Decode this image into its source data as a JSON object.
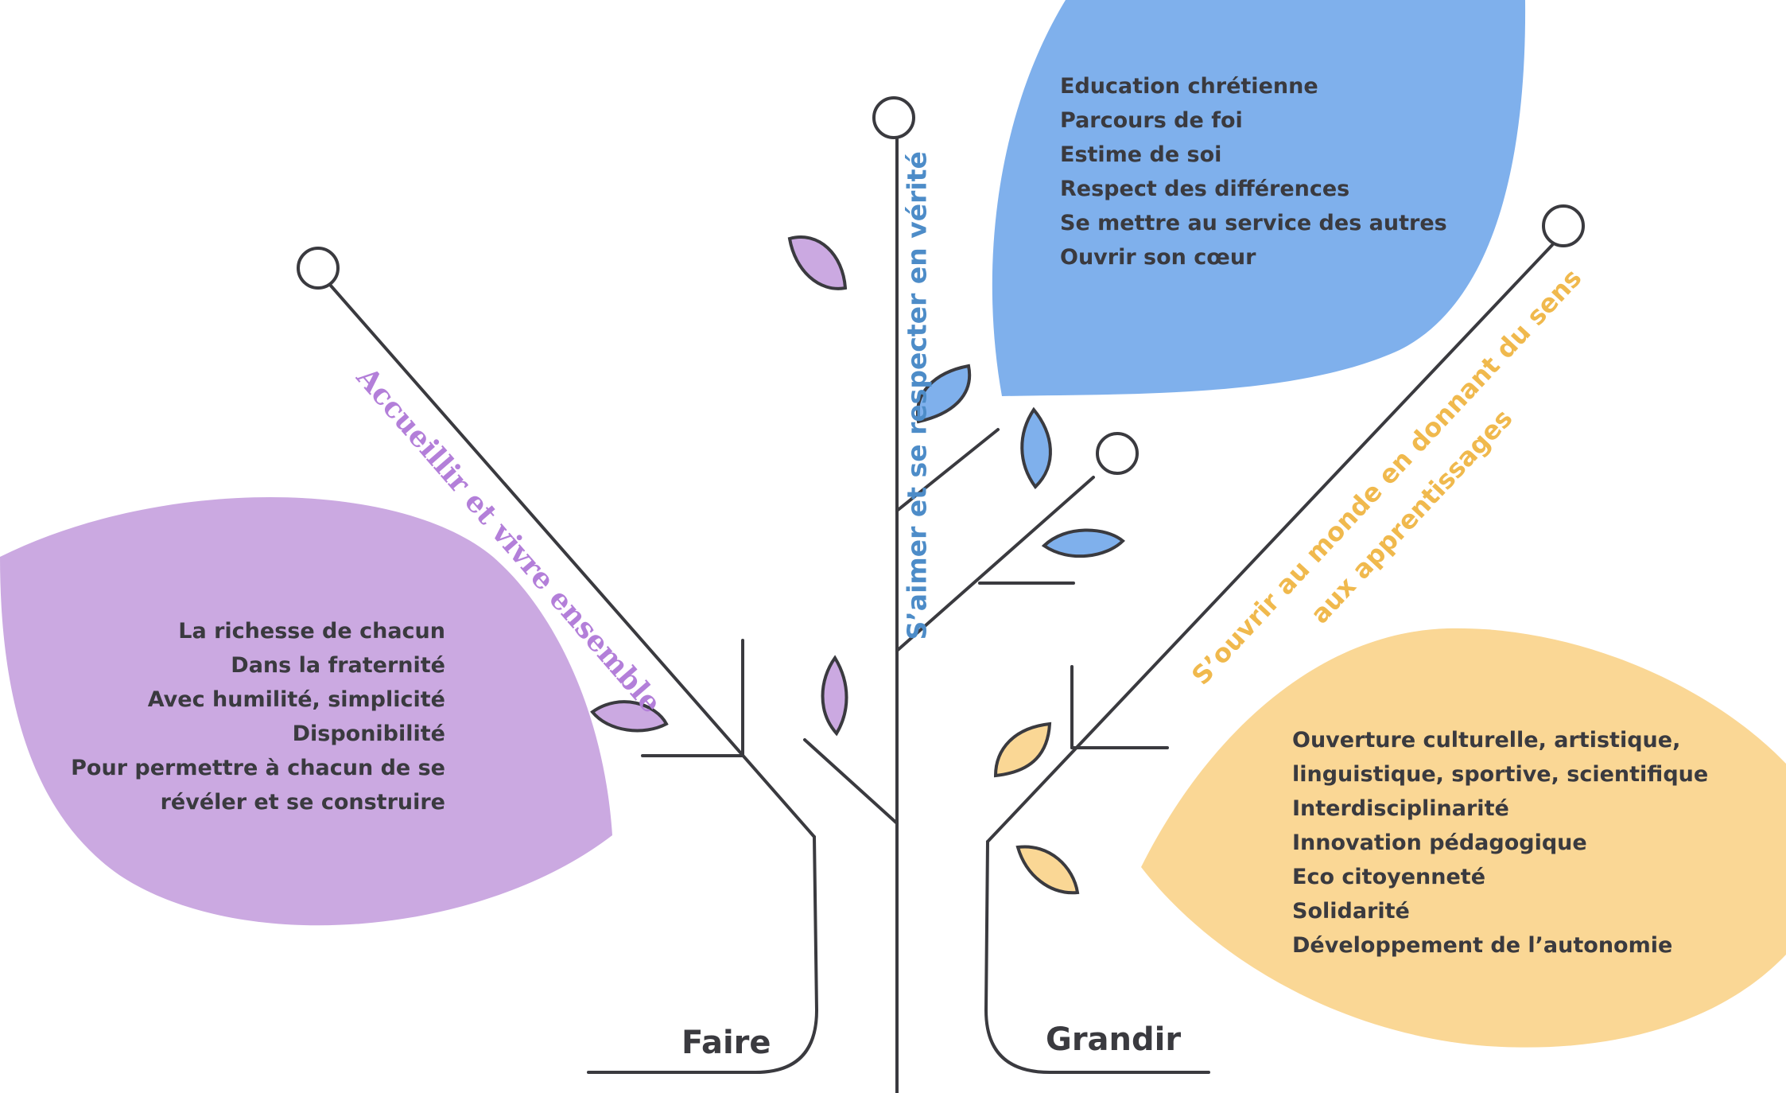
{
  "colors": {
    "purple": "#cba9e1",
    "blue": "#7fb0ec",
    "yellow": "#fad795",
    "line": "#3a3a3f",
    "purple_text": "#b37fd9",
    "blue_text": "#4d8cc8",
    "yellow_text": "#f0b94d"
  },
  "trunk": {
    "left_label": "Faire",
    "right_label": "Grandir"
  },
  "branches": {
    "purple": {
      "title": "Accueillir et vivre ensemble",
      "items": [
        "La richesse de chacun",
        "Dans la fraternité",
        "Avec humilité, simplicité",
        "Disponibilité",
        "Pour permettre à chacun de se",
        "révéler et se construire"
      ]
    },
    "blue": {
      "title": "S’aimer et se respecter en vérité",
      "items": [
        "Education chrétienne",
        "Parcours de foi",
        "Estime de soi",
        "Respect des différences",
        "Se mettre au service des autres",
        "Ouvrir son cœur"
      ]
    },
    "yellow": {
      "title_line1": "S’ouvrir au monde en donnant du sens",
      "title_line2": "aux apprentissages",
      "items": [
        "Ouverture culturelle, artistique,",
        "linguistique, sportive, scientifique",
        "Interdisciplinarité",
        "Innovation pédagogique",
        "Eco citoyenneté",
        "Solidarité",
        "Développement de l’autonomie"
      ]
    }
  }
}
